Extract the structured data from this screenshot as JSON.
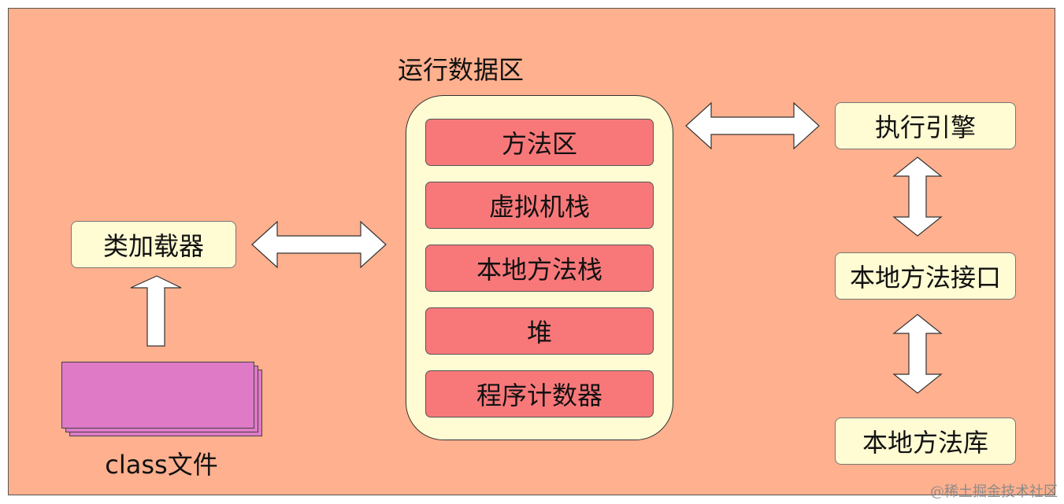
{
  "runtime_data_area": {
    "label": "运行数据区",
    "areas": [
      "方法区",
      "虚拟机栈",
      "本地方法栈",
      "堆",
      "程序计数器"
    ]
  },
  "class_loader": {
    "label": "类加载器"
  },
  "class_file": {
    "label": "class文件"
  },
  "execution_engine": {
    "label": "执行引擎"
  },
  "native_interface": {
    "label": "本地方法接口"
  },
  "native_library": {
    "label": "本地方法库"
  },
  "watermark": "@稀土掘金技术社区",
  "colors": {
    "background": "#ffb08e",
    "box_fill": "#fffbd3",
    "area_fill": "#f8787a",
    "file_fill": "#df7ac7",
    "arrow_fill": "#ffffff"
  }
}
